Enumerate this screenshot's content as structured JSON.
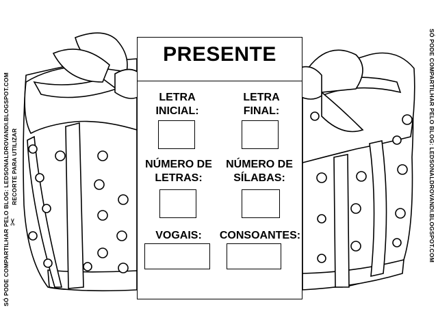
{
  "side_texts": {
    "left_line1": "SÓ PODE COMPARTILHAR PELO BLOG: LEDSONALDROVANDI.BLOGSPOT.COM",
    "left_line2": "RECORTE PARA UTILIZAR",
    "right_line1": "SÓ PODE COMPARTILHAR PELO BLOG: LEDSONALDROVANDI.BLOGSPOT.COM"
  },
  "panel": {
    "title": "PRESENTE",
    "fields": {
      "letra_inicial_1": "LETRA",
      "letra_inicial_2": "INICIAL:",
      "letra_final_1": "LETRA",
      "letra_final_2": "FINAL:",
      "numero_letras_1": "NÚMERO DE",
      "numero_letras_2": "LETRAS:",
      "numero_silabas_1": "NÚMERO DE",
      "numero_silabas_2": "SÍLABAS:",
      "vogais": "VOGAIS:",
      "consoantes": "CONSOANTES:"
    }
  },
  "icons": {
    "scissors": "✂"
  },
  "colors": {
    "ink": "#000000",
    "paper": "#ffffff"
  }
}
